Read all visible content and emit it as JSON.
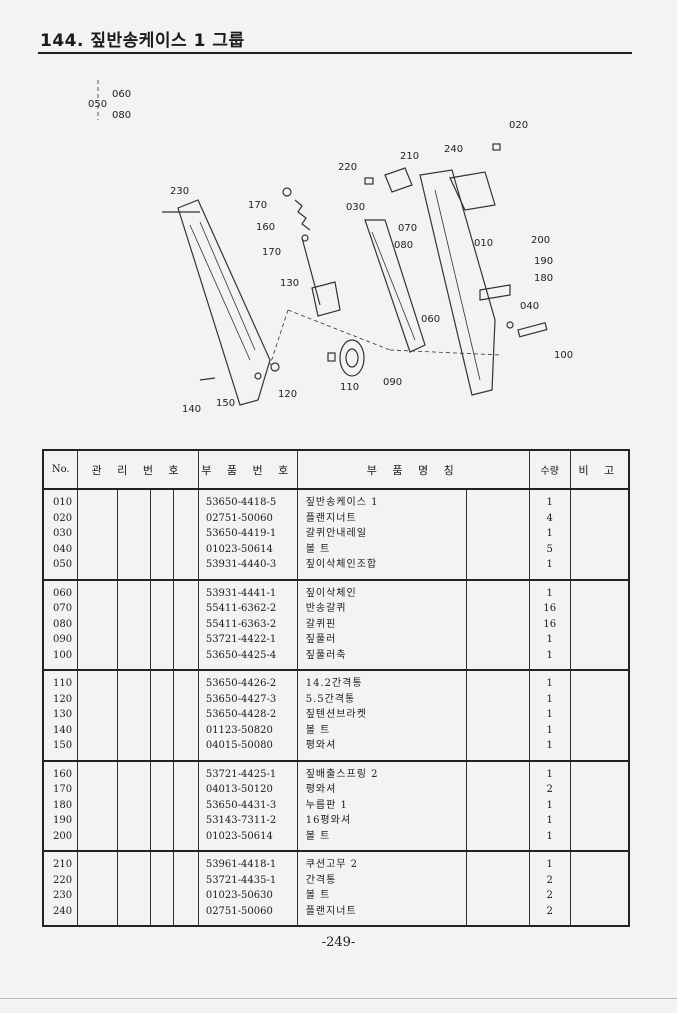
{
  "page": {
    "title": "144. 짚반송케이스 1 그룹",
    "page_number": "-249-"
  },
  "diagram": {
    "labels": [
      "050",
      "060",
      "080",
      "230",
      "170",
      "160",
      "170",
      "130",
      "220",
      "210",
      "240",
      "020",
      "030",
      "070",
      "080",
      "010",
      "200",
      "190",
      "180",
      "040",
      "060",
      "100",
      "120",
      "110",
      "090",
      "140",
      "150"
    ]
  },
  "table": {
    "headers": {
      "no": "No.",
      "mgmt": "관 리 번 호",
      "part_number": "부 품 번 호",
      "part_name": "부 품 명 칭",
      "qty": "수량",
      "remark": "비 고"
    },
    "groups": [
      {
        "rows": [
          {
            "no": "010",
            "code": "53650-4418-5",
            "name": "짚반송케이스 1",
            "qty": "1"
          },
          {
            "no": "020",
            "code": "02751-50060",
            "name": "플랜지너트",
            "qty": "4"
          },
          {
            "no": "030",
            "code": "53650-4419-1",
            "name": "갈퀴안내레일",
            "qty": "1"
          },
          {
            "no": "040",
            "code": "01023-50614",
            "name": "볼 트",
            "qty": "5"
          },
          {
            "no": "050",
            "code": "53931-4440-3",
            "name": "짚이삭체인조합",
            "qty": "1"
          }
        ]
      },
      {
        "rows": [
          {
            "no": "060",
            "code": "53931-4441-1",
            "name": "짚이삭체인",
            "qty": "1"
          },
          {
            "no": "070",
            "code": "55411-6362-2",
            "name": "반송갈퀴",
            "qty": "16"
          },
          {
            "no": "080",
            "code": "55411-6363-2",
            "name": "갈퀴핀",
            "qty": "16"
          },
          {
            "no": "090",
            "code": "53721-4422-1",
            "name": "짚풀러",
            "qty": "1"
          },
          {
            "no": "100",
            "code": "53650-4425-4",
            "name": "짚풀러축",
            "qty": "1"
          }
        ]
      },
      {
        "rows": [
          {
            "no": "110",
            "code": "53650-4426-2",
            "name": "14.2간격통",
            "qty": "1"
          },
          {
            "no": "120",
            "code": "53650-4427-3",
            "name": "5.5간격통",
            "qty": "1"
          },
          {
            "no": "130",
            "code": "53650-4428-2",
            "name": "짚텐션브라켓",
            "qty": "1"
          },
          {
            "no": "140",
            "code": "01123-50820",
            "name": "볼 트",
            "qty": "1"
          },
          {
            "no": "150",
            "code": "04015-50080",
            "name": "평와셔",
            "qty": "1"
          }
        ]
      },
      {
        "rows": [
          {
            "no": "160",
            "code": "53721-4425-1",
            "name": "짚배출스프링 2",
            "qty": "1"
          },
          {
            "no": "170",
            "code": "04013-50120",
            "name": "평와셔",
            "qty": "2"
          },
          {
            "no": "180",
            "code": "53650-4431-3",
            "name": "누름판 1",
            "qty": "1"
          },
          {
            "no": "190",
            "code": "53143-7311-2",
            "name": "16평와셔",
            "qty": "1"
          },
          {
            "no": "200",
            "code": "01023-50614",
            "name": "볼 트",
            "qty": "1"
          }
        ]
      },
      {
        "rows": [
          {
            "no": "210",
            "code": "53961-4418-1",
            "name": "쿠션고무 2",
            "qty": "1"
          },
          {
            "no": "220",
            "code": "53721-4435-1",
            "name": "간격통",
            "qty": "2"
          },
          {
            "no": "230",
            "code": "01023-50630",
            "name": "볼 트",
            "qty": "2"
          },
          {
            "no": "240",
            "code": "02751-50060",
            "name": "플랜지너트",
            "qty": "2"
          }
        ]
      }
    ]
  }
}
